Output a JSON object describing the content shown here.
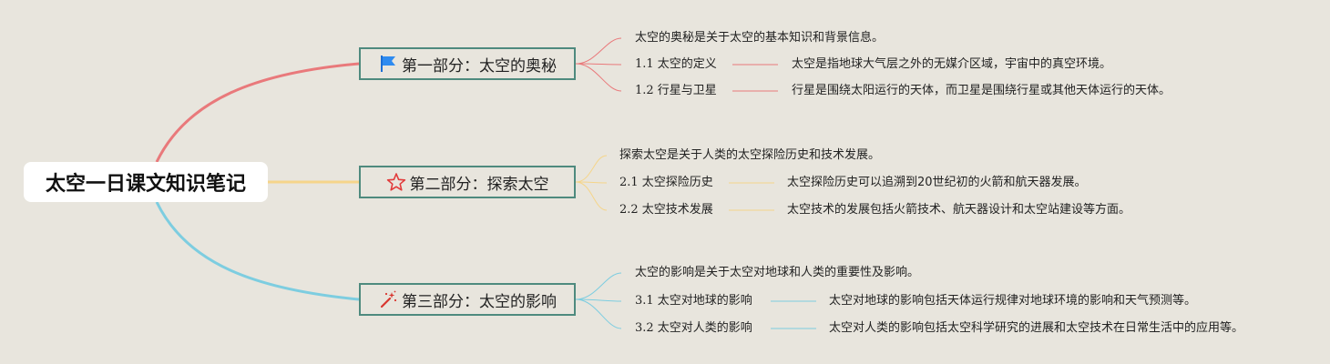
{
  "root": {
    "title": "太空一日课文知识笔记"
  },
  "sections": [
    {
      "title": "第一部分：太空的奥秘",
      "icon": "flag-icon",
      "color": "#e9797b",
      "summary": "太空的奥秘是关于太空的基本知识和背景信息。",
      "items": [
        {
          "label": "1.1 太空的定义",
          "detail": "太空是指地球大气层之外的无媒介区域，宇宙中的真空环境。"
        },
        {
          "label": "1.2 行星与卫星",
          "detail": "行星是围绕太阳运行的天体，而卫星是围绕行星或其他天体运行的天体。"
        }
      ]
    },
    {
      "title": "第二部分：探索太空",
      "icon": "star-icon",
      "color": "#f5d58a",
      "summary": "探索太空是关于人类的太空探险历史和技术发展。",
      "items": [
        {
          "label": "2.1 太空探险历史",
          "detail": "太空探险历史可以追溯到20世纪初的火箭和航天器发展。"
        },
        {
          "label": "2.2 太空技术发展",
          "detail": "太空技术的发展包括火箭技术、航天器设计和太空站建设等方面。"
        }
      ]
    },
    {
      "title": "第三部分：太空的影响",
      "icon": "magic-wand-icon",
      "color": "#7dcde0",
      "summary": "太空的影响是关于太空对地球和人类的重要性及影响。",
      "items": [
        {
          "label": "3.1 太空对地球的影响",
          "detail": "太空对地球的影响包括天体运行规律对地球环境的影响和天气预测等。"
        },
        {
          "label": "3.2 太空对人类的影响",
          "detail": "太空对人类的影响包括太空科学研究的进展和太空技术在日常生活中的应用等。"
        }
      ]
    }
  ]
}
